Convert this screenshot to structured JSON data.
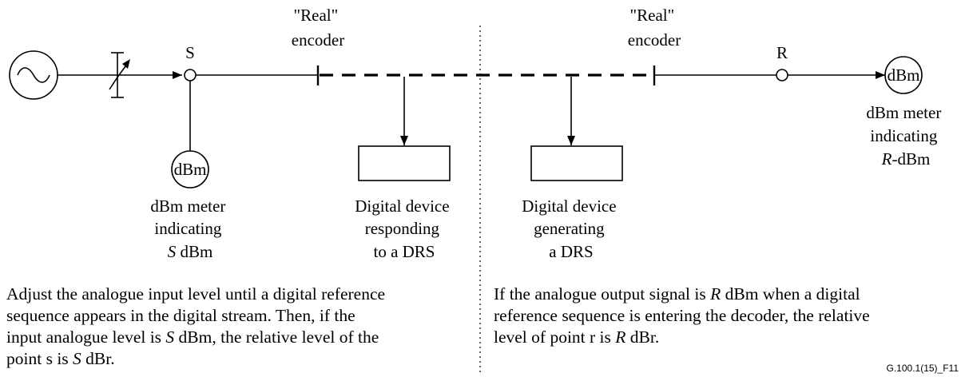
{
  "labels": {
    "encoder_left": [
      "\"Real\"",
      "encoder"
    ],
    "encoder_right": [
      "\"Real\"",
      "encoder"
    ],
    "point_s": "S",
    "point_r": "R",
    "meter_glyph_left": "dBm",
    "meter_glyph_right": "dBm",
    "meter_left": [
      "dBm meter",
      "indicating",
      "S dBm"
    ],
    "meter_right": [
      "dBm meter",
      "indicating",
      "R-dBm"
    ],
    "device_responding": [
      "Digital device",
      "responding",
      "to a DRS"
    ],
    "device_generating": [
      "Digital device",
      "generating",
      "a DRS"
    ]
  },
  "captions": {
    "left": [
      "Adjust the analogue input level until a digital reference",
      "sequence appears in the digital stream. Then, if the",
      "input analogue level is S dBm, the relative level of the",
      "point s is S dBr."
    ],
    "right": [
      "If the analogue output signal is R dBm when a digital",
      "reference sequence is entering the decoder, the relative",
      "level of point r is R dBr."
    ]
  },
  "figure_id": "G.100.1(15)_F11",
  "icons": {
    "source": "sine-wave-generator-icon",
    "attenuator": "variable-attenuator-icon"
  }
}
